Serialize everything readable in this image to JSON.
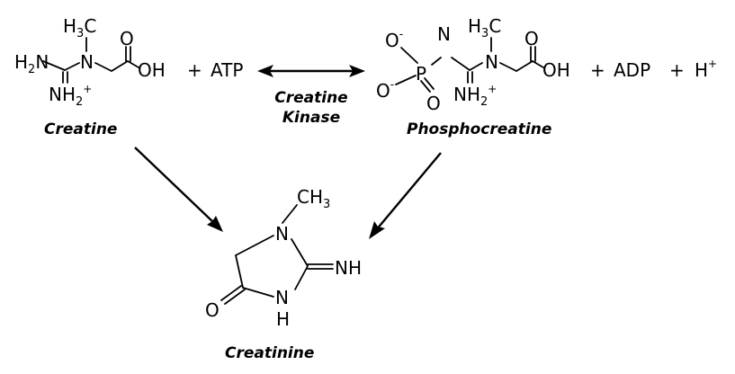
{
  "atoms": {
    "H": "H",
    "N": "N",
    "O": "O",
    "P": "P",
    "C": "C",
    "OH": "OH",
    "NH": "NH",
    "three": "3",
    "two": "2",
    "plus_sup": "+",
    "minus_sup": "-",
    "H3": "H",
    "CH3": "CH"
  },
  "reaction": {
    "creatine_label": "Creatine",
    "phosphocreatine_label": "Phosphocreatine",
    "creatinine_label": "Creatinine",
    "enzyme_line1": "Creatine",
    "enzyme_line2": "Kinase",
    "plus": "+",
    "atp": "ATP",
    "adp": "ADP",
    "proton": "H",
    "proton_charge": "+"
  },
  "colors": {
    "ink": "#000000",
    "background": "#ffffff"
  }
}
